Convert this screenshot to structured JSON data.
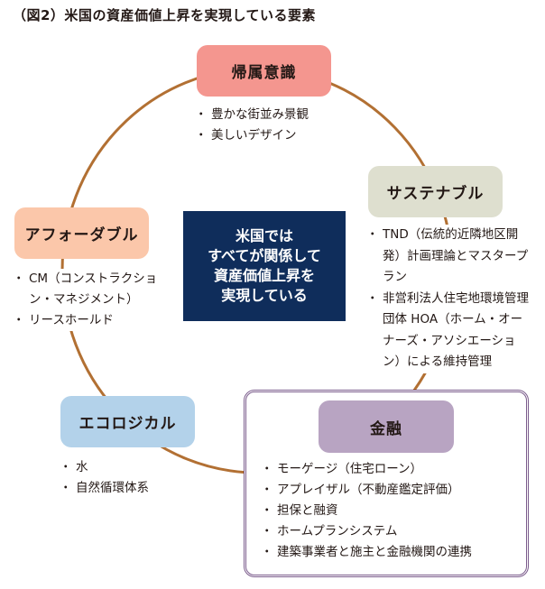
{
  "title": "（図2）米国の資産価値上昇を実現している要素",
  "center": {
    "lines": [
      "米国では",
      "すべてが関係して",
      "資産価値上昇を",
      "実現している"
    ]
  },
  "colors": {
    "ring": "#b27033",
    "center_bg": "#0f2d5b",
    "belonging": "#f4968f",
    "sustainable": "#dedfcf",
    "affordable": "#fbc7aa",
    "ecological": "#b3d2ea",
    "finance": "#b8a4c2",
    "finance_frame": "#7b5c8c"
  },
  "nodes": {
    "belonging": {
      "label": "帰属意識",
      "items": [
        "豊かな街並み景観",
        "美しいデザイン"
      ]
    },
    "sustainable": {
      "label": "サステナブル",
      "items": [
        "TND（伝統的近隣地区開発）計画理論とマスタープラン",
        "非営利法人住宅地環境管理団体 HOA（ホーム・オーナーズ・アソシエーション）による維持管理"
      ]
    },
    "affordable": {
      "label": "アフォーダブル",
      "items": [
        "CM（コンストラクション・マネジメント）",
        "リースホールド"
      ]
    },
    "ecological": {
      "label": "エコロジカル",
      "items": [
        "水",
        "自然循環体系"
      ]
    },
    "finance": {
      "label": "金融",
      "items": [
        "モーゲージ（住宅ローン）",
        "アプレイザル（不動産鑑定評価）",
        "担保と融資",
        "ホームプランシステム",
        "建築事業者と施主と金融機関の連携"
      ]
    }
  }
}
